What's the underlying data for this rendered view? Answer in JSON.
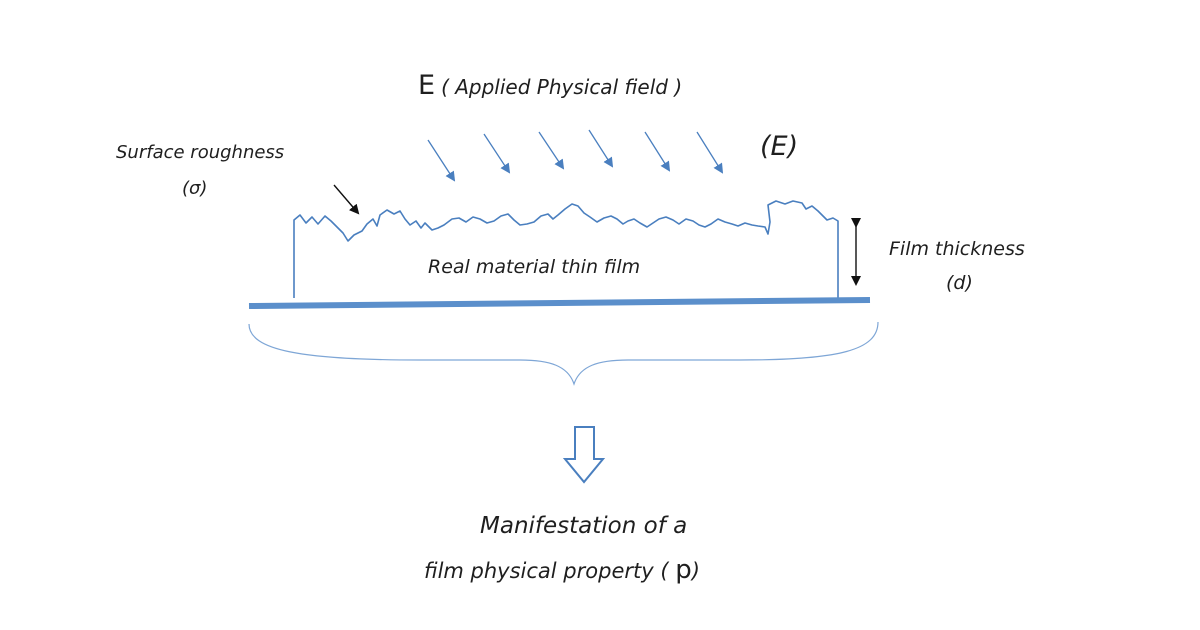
{
  "field": {
    "title_symbol": "E",
    "title_text": "( Applied Physical field )",
    "symbol_label": "(E)"
  },
  "surface": {
    "label": "Surface roughness",
    "symbol": "(σ)"
  },
  "film": {
    "label": "Real material thin film"
  },
  "thickness": {
    "label": "Film thickness",
    "symbol": "(d)"
  },
  "result": {
    "line1": "Manifestation of a",
    "line2": "film physical  property (",
    "symbol": "p",
    "close": ")"
  },
  "colors": {
    "blue": "#4a7fbf",
    "substrate": "#5b8fcb",
    "arrow": "#111111"
  }
}
